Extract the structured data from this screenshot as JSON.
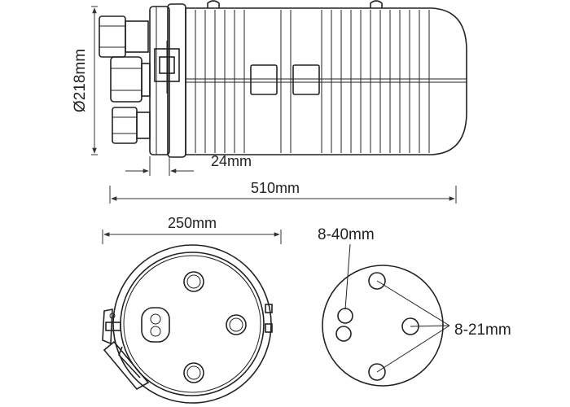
{
  "dimensions": {
    "diameter": "Ø218mm",
    "flange_width": "24mm",
    "overall_length": "510mm",
    "width": "250mm",
    "large_port": "8-40mm",
    "small_ports": "8-21mm"
  },
  "colors": {
    "line": "#222222",
    "dimension_line": "#333333",
    "background": "#ffffff"
  }
}
